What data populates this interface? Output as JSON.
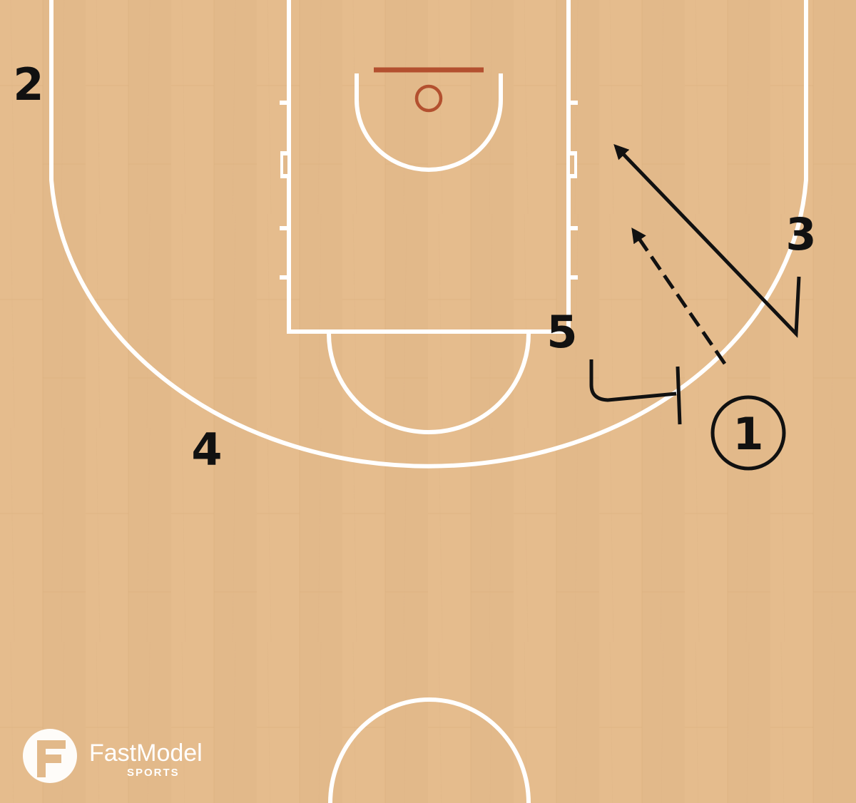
{
  "diagram": {
    "players": [
      {
        "id": "2",
        "label": "2",
        "has_ball": false
      },
      {
        "id": "3",
        "label": "3",
        "has_ball": false
      },
      {
        "id": "5",
        "label": "5",
        "has_ball": false
      },
      {
        "id": "4",
        "label": "4",
        "has_ball": false
      },
      {
        "id": "1",
        "label": "1",
        "has_ball": true
      }
    ],
    "actions": [
      {
        "type": "cut",
        "from": "3",
        "line": "solid",
        "arrow": true
      },
      {
        "type": "dribble",
        "from": "1",
        "line": "dashed",
        "arrow": true
      },
      {
        "type": "screen",
        "from": "5",
        "line": "solid",
        "arrow": false
      }
    ]
  },
  "colors": {
    "floor": "#e2b98a",
    "court_lines": "#ffffff",
    "rim": "#b3502f",
    "play_lines": "#111111"
  },
  "branding": {
    "logo_icon": "fastmodel-f-logo-icon",
    "name": "FastModel",
    "tagline": "SPORTS"
  }
}
